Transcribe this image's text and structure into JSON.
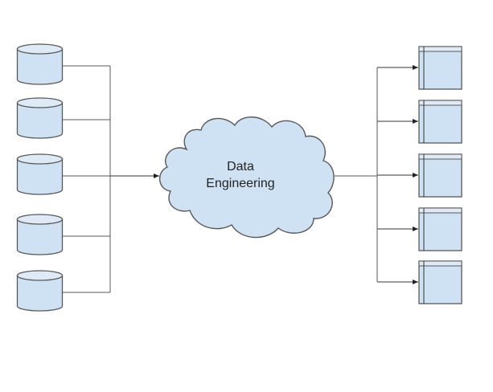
{
  "diagram": {
    "center": {
      "label_lines": [
        "Data",
        "Engineering"
      ],
      "shape": "cloud"
    },
    "sources": {
      "shape": "database-cylinder",
      "count": 5,
      "items": [
        {
          "id": "source-1"
        },
        {
          "id": "source-2"
        },
        {
          "id": "source-3"
        },
        {
          "id": "source-4"
        },
        {
          "id": "source-5"
        }
      ]
    },
    "targets": {
      "shape": "table",
      "count": 5,
      "items": [
        {
          "id": "target-1"
        },
        {
          "id": "target-2"
        },
        {
          "id": "target-3"
        },
        {
          "id": "target-4"
        },
        {
          "id": "target-5"
        }
      ]
    },
    "colors": {
      "fill": "#cfe2f3",
      "fill_top": "#deeaf6",
      "stroke": "#595959",
      "line": "#595959",
      "text": "#222222",
      "background": "#ffffff"
    }
  }
}
